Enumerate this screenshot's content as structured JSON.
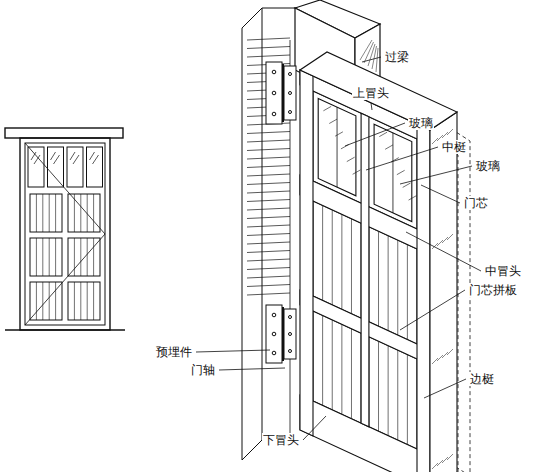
{
  "diagram": {
    "labels": [
      "过梁",
      "上冒头",
      "玻璃",
      "中梃",
      "玻璃",
      "门芯",
      "中冒头",
      "门芯拼板",
      "边梃",
      "下冒头",
      "门轴",
      "预埋件"
    ]
  }
}
